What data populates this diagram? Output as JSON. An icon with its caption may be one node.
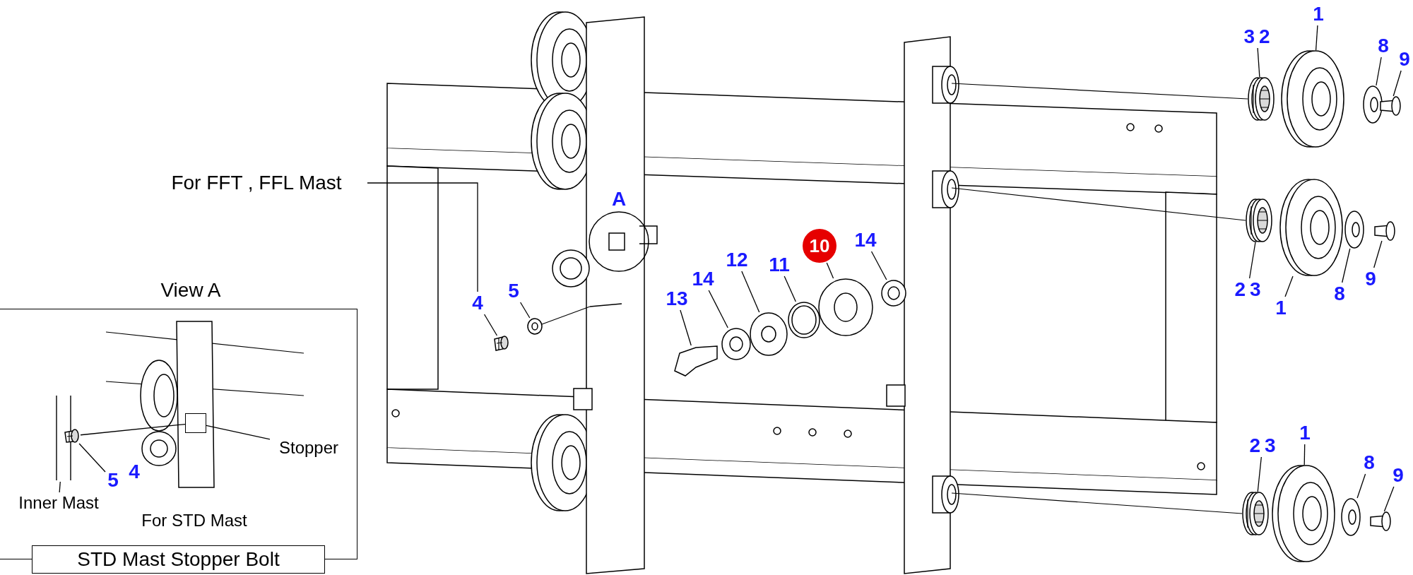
{
  "diagram": {
    "nodes": [
      {
        "text": [
          "For FFT , FFL Mast"
        ]
      },
      {
        "text": [
          "4"
        ]
      },
      {
        "text": [
          "5"
        ]
      },
      {
        "text": [
          "13"
        ]
      },
      {
        "text": [
          "14"
        ]
      },
      {
        "text": [
          "12"
        ]
      },
      {
        "text": [
          "11"
        ]
      },
      {
        "text": [
          "10"
        ]
      },
      {
        "text": [
          "14"
        ]
      },
      {
        "text": [
          "3",
          "2"
        ]
      },
      {
        "text": [
          "1"
        ]
      },
      {
        "text": [
          "8"
        ]
      },
      {
        "text": [
          "9"
        ]
      },
      {
        "text": [
          "2",
          "3"
        ]
      },
      {
        "text": [
          "1"
        ]
      },
      {
        "text": [
          "8"
        ]
      },
      {
        "text": [
          "9"
        ]
      },
      {
        "text": [
          "2",
          "3"
        ]
      },
      {
        "text": [
          "1"
        ]
      },
      {
        "text": [
          "8"
        ]
      },
      {
        "text": [
          "9"
        ]
      },
      {
        "text": [
          "View A"
        ]
      },
      {
        "text": [
          "Stopper"
        ],
        "in": 21
      },
      {
        "text": [
          "Inner Mast"
        ],
        "in": 21
      },
      {
        "text": [
          "5"
        ],
        "in": 21
      },
      {
        "text": [
          "4"
        ],
        "in": 21
      },
      {
        "text": [
          "STD Mast Stopper Bolt"
        ]
      },
      {
        "text": [],
        "shape": "picture"
      },
      {
        "text": [],
        "shape": "picture"
      },
      {
        "text": [],
        "shape": "picture"
      },
      {
        "text": [],
        "shape": "picture"
      },
      {
        "text": [],
        "shape": "picture"
      },
      {
        "text": [],
        "shape": "picture"
      },
      {
        "text": [],
        "shape": "picture"
      },
      {
        "text": [],
        "shape": "picture"
      },
      {
        "text": [],
        "shape": "picture"
      },
      {
        "text": [],
        "shape": "picture"
      },
      {
        "text": [],
        "shape": "picture"
      },
      {
        "text": [],
        "shape": "picture"
      },
      {
        "text": [],
        "shape": "picture"
      },
      {
        "text": [],
        "shape": "picture"
      },
      {
        "text": [],
        "shape": "picture"
      },
      {
        "text": [],
        "shape": "picture"
      },
      {
        "text": [],
        "shape": "picture"
      },
      {
        "text": [],
        "shape": "picture"
      },
      {
        "text": [],
        "shape": "picture"
      },
      {
        "text": [],
        "shape": "picture"
      },
      {
        "text": [],
        "shape": "box",
        "in": 21
      },
      {
        "text": [],
        "shape": "picture",
        "in": 21
      },
      {
        "text": [],
        "shape": "picture",
        "in": 21
      }
    ],
    "edges": [
      {
        "from": 0,
        "to": 1,
        "arrow": "none"
      },
      {
        "from": 1,
        "to": 27,
        "arrow": "none"
      },
      {
        "from": 2,
        "to": 28,
        "arrow": "none"
      },
      {
        "from": 3,
        "to": 29,
        "arrow": "none"
      },
      {
        "from": 4,
        "to": 30,
        "arrow": "none"
      },
      {
        "from": 5,
        "to": 31,
        "arrow": "none"
      },
      {
        "from": 6,
        "to": 32,
        "arrow": "none"
      },
      {
        "from": 7,
        "to": 33,
        "arrow": "none"
      },
      {
        "from": 8,
        "to": 34,
        "arrow": "none"
      },
      {
        "from": 9,
        "to": 35,
        "arrow": "none"
      },
      {
        "from": 10,
        "to": 36,
        "arrow": "none"
      },
      {
        "from": 11,
        "to": 37,
        "arrow": "none"
      },
      {
        "from": 12,
        "to": 38,
        "arrow": "none"
      },
      {
        "from": 13,
        "to": 39,
        "arrow": "none"
      },
      {
        "from": 14,
        "to": 40,
        "arrow": "none"
      },
      {
        "from": 15,
        "to": 41,
        "arrow": "none"
      },
      {
        "from": 16,
        "to": 42,
        "arrow": "none"
      },
      {
        "from": 17,
        "to": 43,
        "arrow": "none"
      },
      {
        "from": 18,
        "to": 44,
        "arrow": "none"
      },
      {
        "from": 19,
        "to": 45,
        "arrow": "none"
      },
      {
        "from": 20,
        "to": 46,
        "arrow": "none"
      },
      {
        "from": 22,
        "to": 47,
        "arrow": "none"
      },
      {
        "from": 23,
        "to": 48,
        "arrow": "none"
      },
      {
        "from": 24,
        "to": 49,
        "arrow": "none"
      },
      {
        "from": 49,
        "to": 47,
        "arrow": "none"
      }
    ],
    "labels": [
      "A",
      "For STD Mast"
    ]
  }
}
